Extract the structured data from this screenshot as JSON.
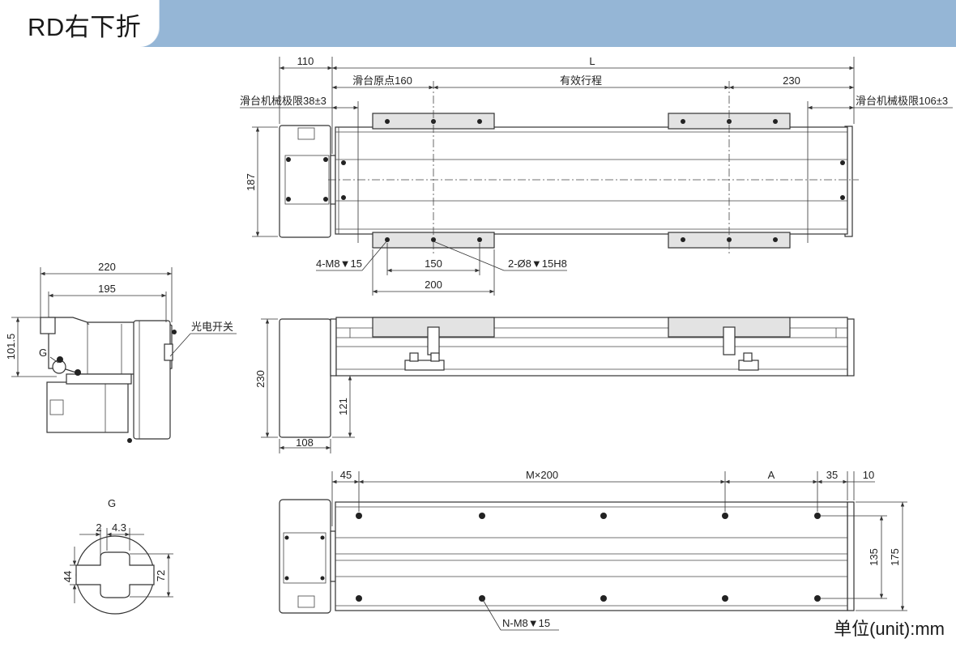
{
  "header": {
    "title": "RD右下折"
  },
  "unit_note": "单位(unit):mm",
  "colors": {
    "header_band": "#95b6d6",
    "line": "#333333",
    "plate_fill": "#e3e3e3"
  },
  "top_view": {
    "dim_110": "110",
    "dim_L": "L",
    "origin_label": "滑台原点160",
    "stroke_label": "有效行程",
    "dim_230": "230",
    "left_limit": "滑台机械极限38±3",
    "right_limit": "滑台机械极限106±3",
    "dim_187": "187",
    "hole_note_left": "4-M8▼15",
    "dim_150": "150",
    "pin_note": "2-Ø8▼15H8",
    "dim_200": "200"
  },
  "end_view": {
    "dim_220": "220",
    "dim_195": "195",
    "dim_1015": "101.5",
    "g_label": "G",
    "sensor_label": "光电开关"
  },
  "side_view": {
    "dim_230": "230",
    "dim_121": "121",
    "dim_108": "108"
  },
  "detail_g": {
    "title": "G",
    "dim_2": "2",
    "dim_43": "4.3",
    "dim_44": "44",
    "dim_72": "72"
  },
  "bottom_view": {
    "dim_45": "45",
    "dim_M200": "M×200",
    "dim_A": "A",
    "dim_35": "35",
    "dim_10": "10",
    "dim_135": "135",
    "dim_175": "175",
    "hole_note": "N-M8▼15"
  }
}
